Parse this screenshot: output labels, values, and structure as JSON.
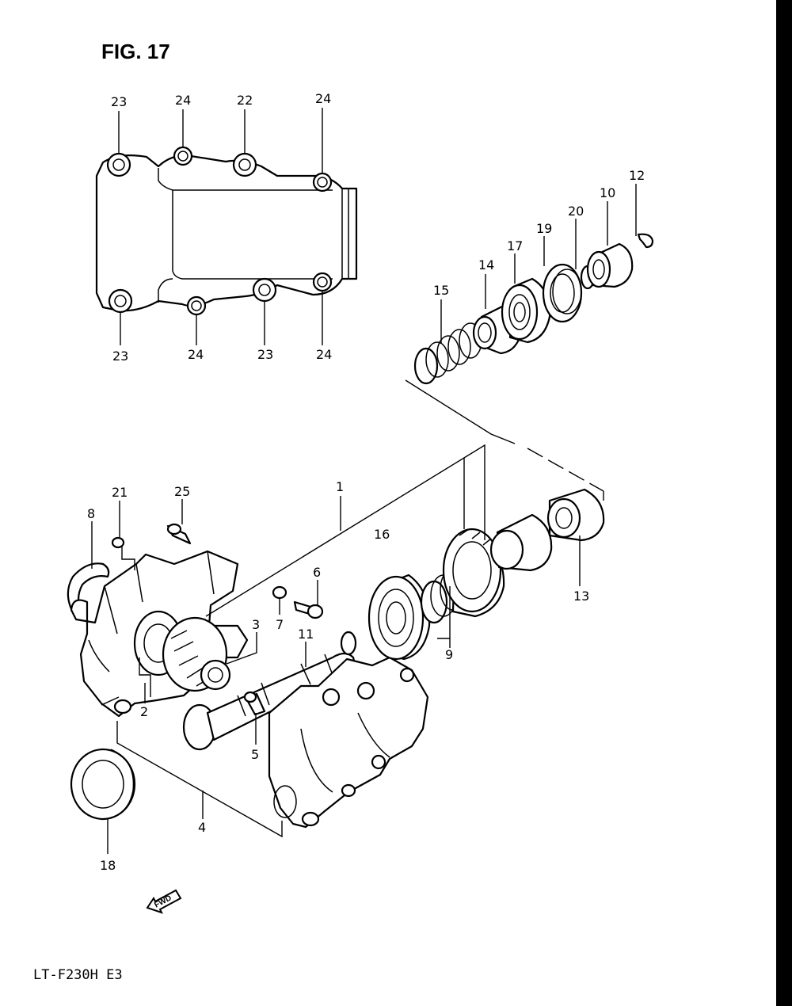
{
  "figure": {
    "title": "FIG. 17",
    "model_code": "LT-F230H  E3",
    "fwd_label": "FWD"
  },
  "callouts": [
    {
      "id": "c23a",
      "label": "23"
    },
    {
      "id": "c24a",
      "label": "24"
    },
    {
      "id": "c22",
      "label": "22"
    },
    {
      "id": "c24b",
      "label": "24"
    },
    {
      "id": "c23b",
      "label": "23"
    },
    {
      "id": "c24c",
      "label": "24"
    },
    {
      "id": "c23c",
      "label": "23"
    },
    {
      "id": "c24d",
      "label": "24"
    },
    {
      "id": "c12",
      "label": "12"
    },
    {
      "id": "c10",
      "label": "10"
    },
    {
      "id": "c20",
      "label": "20"
    },
    {
      "id": "c19",
      "label": "19"
    },
    {
      "id": "c17",
      "label": "17"
    },
    {
      "id": "c14",
      "label": "14"
    },
    {
      "id": "c15",
      "label": "15"
    },
    {
      "id": "c1",
      "label": "1"
    },
    {
      "id": "c21",
      "label": "21"
    },
    {
      "id": "c25",
      "label": "25"
    },
    {
      "id": "c8",
      "label": "8"
    },
    {
      "id": "c16",
      "label": "16"
    },
    {
      "id": "c6",
      "label": "6"
    },
    {
      "id": "c7",
      "label": "7"
    },
    {
      "id": "c3",
      "label": "3"
    },
    {
      "id": "c11",
      "label": "11"
    },
    {
      "id": "c9",
      "label": "9"
    },
    {
      "id": "c13",
      "label": "13"
    },
    {
      "id": "c2",
      "label": "2"
    },
    {
      "id": "c5",
      "label": "5"
    },
    {
      "id": "c4",
      "label": "4"
    },
    {
      "id": "c18",
      "label": "18"
    }
  ]
}
